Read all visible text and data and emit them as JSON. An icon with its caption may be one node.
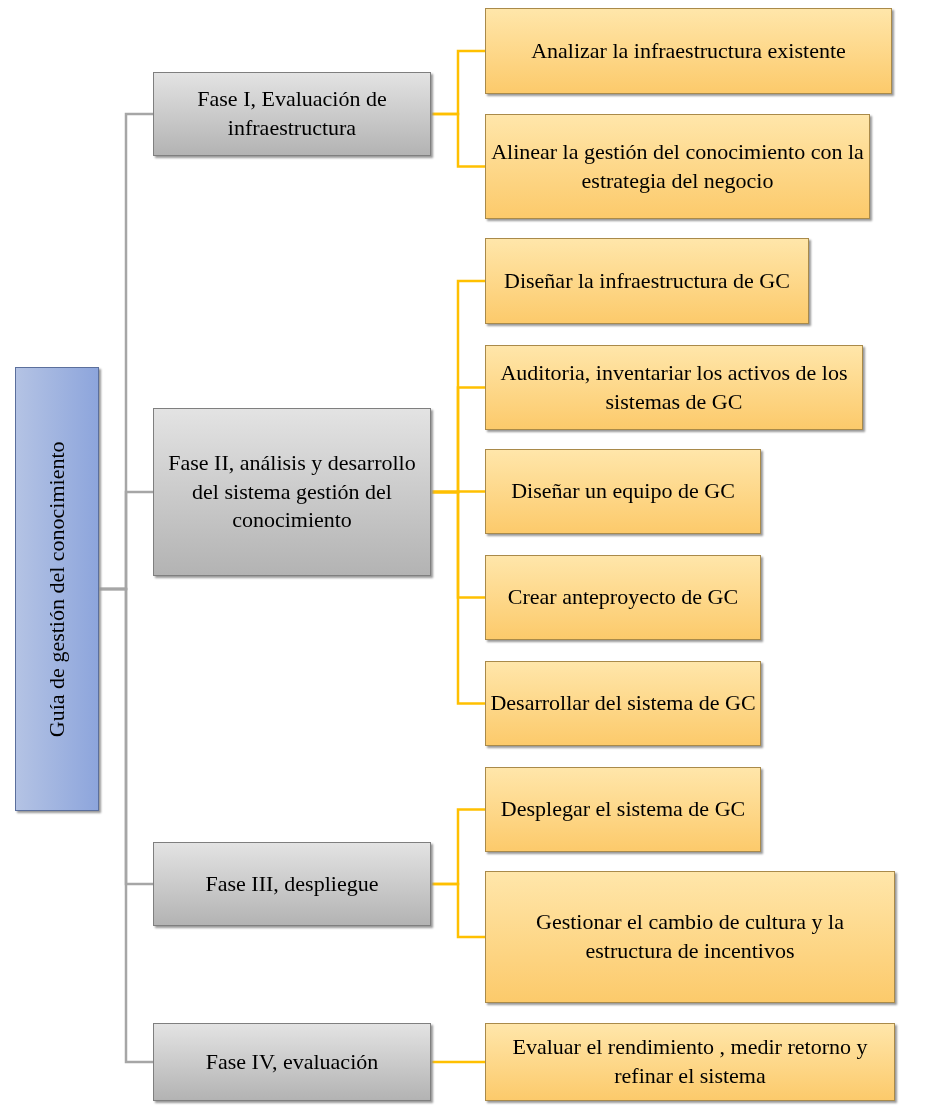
{
  "diagram": {
    "nodes": [
      {
        "text": [
          "Guía de gestión del conocimiento"
        ]
      },
      {
        "text": [
          "Fase I, Evaluación de infraestructura"
        ]
      },
      {
        "text": [
          "Analizar la infraestructura existente"
        ]
      },
      {
        "text": [
          "Alinear la gestión del conocimiento con la estrategia del negocio"
        ]
      },
      {
        "text": [
          "Fase II, análisis y desarrollo del sistema gestión del conocimiento"
        ]
      },
      {
        "text": [
          "Diseñar la infraestructura de GC"
        ]
      },
      {
        "text": [
          "Auditoria, inventariar los activos de los sistemas de GC"
        ]
      },
      {
        "text": [
          "Diseñar un equipo de GC"
        ]
      },
      {
        "text": [
          "Crear  anteproyecto de GC"
        ]
      },
      {
        "text": [
          "Desarrollar del sistema de GC"
        ]
      },
      {
        "text": [
          "Fase III, despliegue"
        ]
      },
      {
        "text": [
          "Desplegar el sistema de GC"
        ]
      },
      {
        "text": [
          "Gestionar el cambio de cultura y la estructura de incentivos"
        ]
      },
      {
        "text": [
          "Fase IV, evaluación"
        ]
      },
      {
        "text": [
          "Evaluar el rendimiento , medir retorno y refinar el sistema"
        ]
      }
    ],
    "edges": [
      {
        "from": 0,
        "to": 1,
        "arrow": "none",
        "color": "#a6a6a6"
      },
      {
        "from": 0,
        "to": 4,
        "arrow": "none",
        "color": "#a6a6a6"
      },
      {
        "from": 0,
        "to": 10,
        "arrow": "none",
        "color": "#a6a6a6"
      },
      {
        "from": 0,
        "to": 13,
        "arrow": "none",
        "color": "#a6a6a6"
      },
      {
        "from": 1,
        "to": 2,
        "arrow": "none"
      },
      {
        "from": 1,
        "to": 3,
        "arrow": "none"
      },
      {
        "from": 4,
        "to": 5,
        "arrow": "none"
      },
      {
        "from": 4,
        "to": 6,
        "arrow": "none"
      },
      {
        "from": 4,
        "to": 7,
        "arrow": "none"
      },
      {
        "from": 4,
        "to": 8,
        "arrow": "none"
      },
      {
        "from": 4,
        "to": 9,
        "arrow": "none"
      },
      {
        "from": 10,
        "to": 11,
        "arrow": "none"
      },
      {
        "from": 10,
        "to": 12,
        "arrow": "none"
      },
      {
        "from": 13,
        "to": 14,
        "arrow": "none"
      }
    ]
  }
}
